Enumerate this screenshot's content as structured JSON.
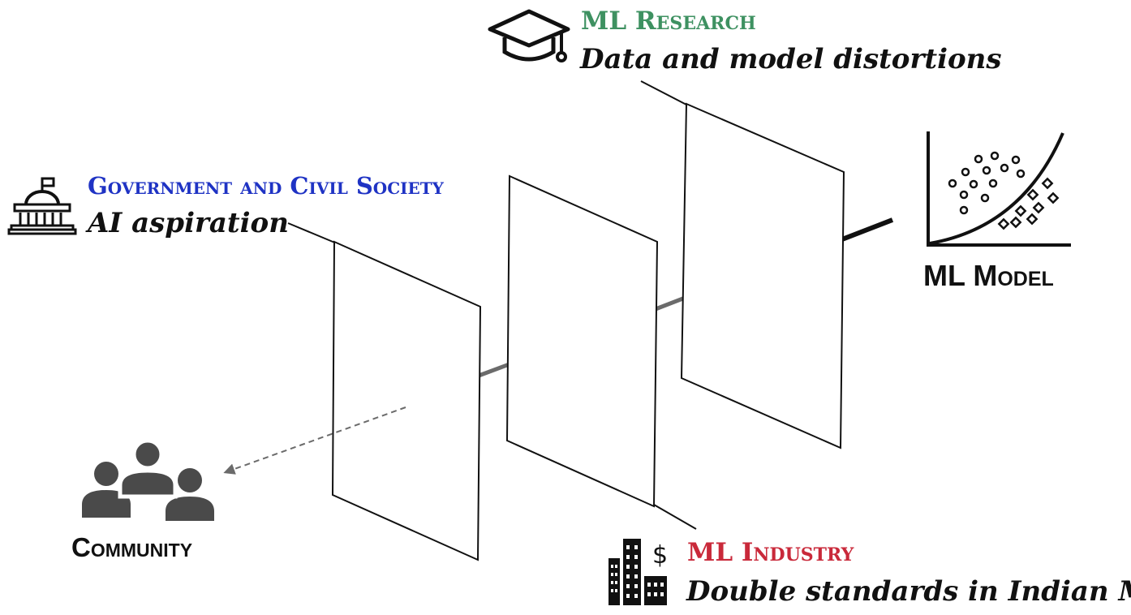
{
  "colors": {
    "research": "#3e9161",
    "government": "#1f33c4",
    "industry": "#c9293a",
    "ink": "#111111",
    "axis": "#6b6b6b",
    "icon": "#4a4a4a"
  },
  "research": {
    "heading": "ML Research",
    "subtitle": "Data and model distortions",
    "icon": "graduation-cap-icon"
  },
  "government": {
    "heading": "Government and Civil Society",
    "subtitle": "AI aspiration",
    "icon": "government-building-icon"
  },
  "industry": {
    "heading": "ML Industry",
    "subtitle": "Double standards in Indian ML",
    "icon": "city-buildings-dollar-icon"
  },
  "model": {
    "label": "ML Model",
    "icon": "scatter-plot-icon"
  },
  "community": {
    "label": "Community",
    "icon": "people-group-icon"
  }
}
